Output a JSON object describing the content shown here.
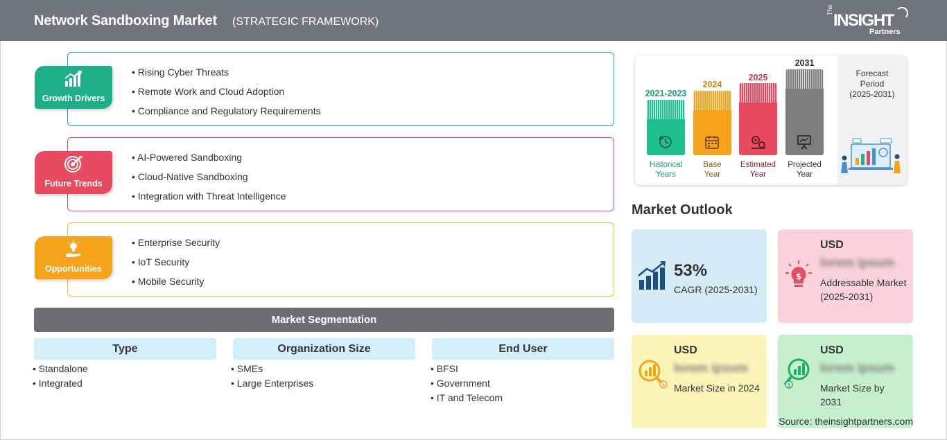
{
  "header": {
    "title": "Network Sandboxing Market",
    "subtitle": "(STRATEGIC FRAMEWORK)",
    "logo": {
      "the": "The",
      "insight": "INSIGHT",
      "partners": "Partners"
    }
  },
  "drivers": [
    {
      "label": "Growth Drivers",
      "color": "#1fae8a",
      "border": "#1fae8a",
      "icon": "growth-chart-icon",
      "items": [
        "Rising Cyber Threats",
        "Remote Work and Cloud Adoption",
        "Compliance and Regulatory Requirements"
      ]
    },
    {
      "label": "Future Trends",
      "color": "#e84a5f",
      "border": "#e84a5f",
      "icon": "target-icon",
      "items": [
        "AI-Powered Sandboxing",
        "Cloud-Native Sandboxing",
        "Integration with Threat Intelligence"
      ]
    },
    {
      "label": "Opportunities",
      "color": "#f5a31a",
      "border": "#f5b731",
      "icon": "lightbulb-hand-icon",
      "items": [
        "Enterprise Security",
        "IoT Security",
        "Mobile Security"
      ]
    }
  ],
  "segmentation": {
    "title": "Market Segmentation",
    "columns": [
      {
        "head": "Type",
        "items": [
          "Standalone",
          "Integrated"
        ]
      },
      {
        "head": "Organization Size",
        "items": [
          "SMEs",
          "Large Enterprises"
        ]
      },
      {
        "head": "End User",
        "items": [
          "BFSI",
          "Government",
          "IT and Telecom"
        ]
      }
    ]
  },
  "timeline": {
    "columns": [
      {
        "year": "2021-2023",
        "caption": [
          "Historical",
          "Years"
        ],
        "color": "#1fbf8f",
        "yearColor": "#1a9e76",
        "captionColor": "#1a9e76",
        "icon": "history-icon"
      },
      {
        "year": "2024",
        "caption": [
          "Base",
          "Year"
        ],
        "color": "#f5a31a",
        "yearColor": "#c98310",
        "captionColor": "#8a5a10",
        "icon": "calendar-icon"
      },
      {
        "year": "2025",
        "caption": [
          "Estimated",
          "Year"
        ],
        "color": "#e84a5f",
        "yearColor": "#c23a4d",
        "captionColor": "#8a2030",
        "icon": "gears-icon"
      },
      {
        "year": "2031",
        "caption": [
          "Projected",
          "Year"
        ],
        "color": "#7d7d7d",
        "yearColor": "#333333",
        "captionColor": "#333333",
        "icon": "presentation-icon"
      }
    ],
    "forecast": [
      "Forecast",
      "Period",
      "(2025-2031)"
    ]
  },
  "outlook": {
    "title": "Market Outlook",
    "cagr": {
      "value": "53%",
      "label": "CAGR (2025-2031)",
      "bg": "#d4eaf5"
    },
    "addressable": {
      "usd": "USD",
      "value": "lorem ipsum",
      "label": "Addressable Market (2025-2031)",
      "bg": "#f9d3d9"
    },
    "size2024": {
      "usd": "USD",
      "value": "lorem ipsum",
      "label": "Market Size in 2024",
      "bg": "#fcf5b8"
    },
    "size2031": {
      "usd": "USD",
      "value": "lorem ipsum",
      "label": "Market Size by 2031",
      "bg": "#c6efcd"
    }
  },
  "source": "Source: theinsightpartners.com"
}
